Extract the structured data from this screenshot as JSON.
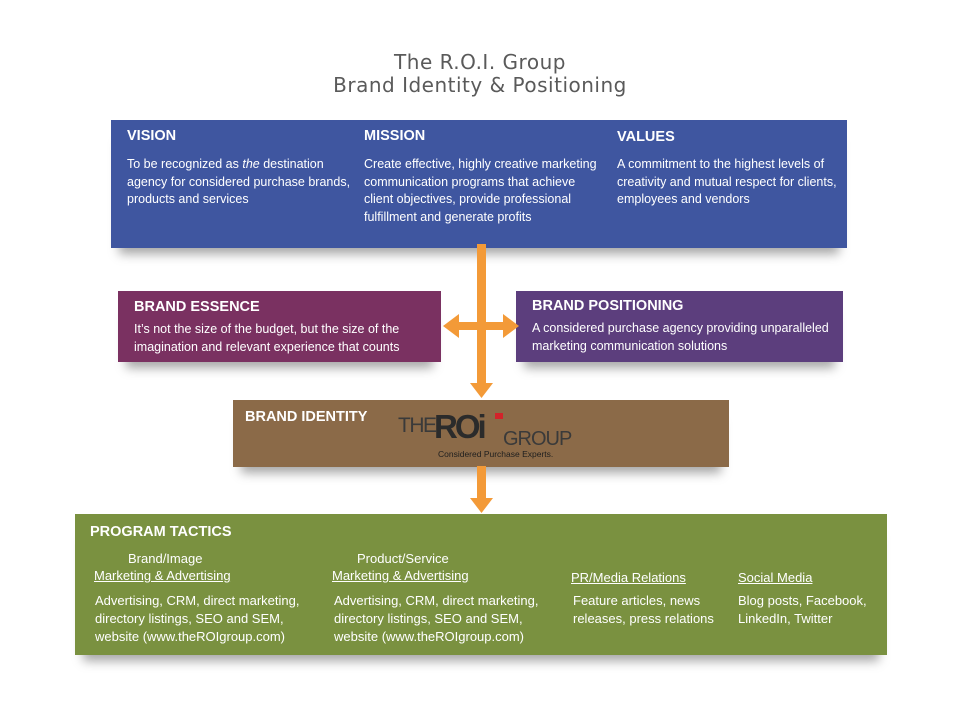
{
  "title": {
    "line1": "The R.O.I. Group",
    "line2": "Brand Identity & Positioning"
  },
  "top": {
    "vision": {
      "heading": "VISION",
      "pre": "To be recognized as ",
      "em": "the",
      "post": " destination agency for considered purchase brands, products and services"
    },
    "mission": {
      "heading": "MISSION",
      "text": "Create effective, highly creative marketing communication programs that achieve client objectives, provide professional fulfillment and generate profits"
    },
    "values": {
      "heading": "VALUES",
      "text": "A commitment to the highest levels of creativity and mutual respect for clients, employees and vendors"
    }
  },
  "essence": {
    "heading": "BRAND ESSENCE",
    "text": "It’s not the size of the budget, but the size of the imagination and relevant experience that counts"
  },
  "positioning": {
    "heading": "BRAND POSITIONING",
    "text": "A considered purchase agency providing unparalleled marketing communication solutions"
  },
  "identity": {
    "heading": "BRAND IDENTITY",
    "logo": {
      "the": "THE",
      "roi": "ROi",
      "group": "GROUP",
      "tagline": "Considered Purchase Experts."
    }
  },
  "tactics": {
    "heading": "PROGRAM TACTICS",
    "columns": [
      {
        "line1": "Brand/Image",
        "line2": "Marketing & Advertising",
        "text": "Advertising, CRM, direct marketing, directory listings, SEO and SEM, website (www.theROIgroup.com)"
      },
      {
        "line1": "Product/Service",
        "line2": "Marketing & Advertising",
        "text": "Advertising, CRM, direct marketing, directory listings, SEO and SEM, website (www.theROIgroup.com)"
      },
      {
        "line1": "",
        "line2": "PR/Media Relations",
        "text": "Feature articles, news releases, press relations"
      },
      {
        "line1": "",
        "line2": "Social Media",
        "text": "Blog posts, Facebook, LinkedIn, Twitter"
      }
    ]
  },
  "colors": {
    "top_box": "#3f56a0",
    "essence_box": "#7a3161",
    "positioning_box": "#5c3e7d",
    "identity_box": "#8b6a48",
    "tactics_box": "#7a9140",
    "arrow": "#f39a38",
    "logo_red": "#d2232a"
  }
}
